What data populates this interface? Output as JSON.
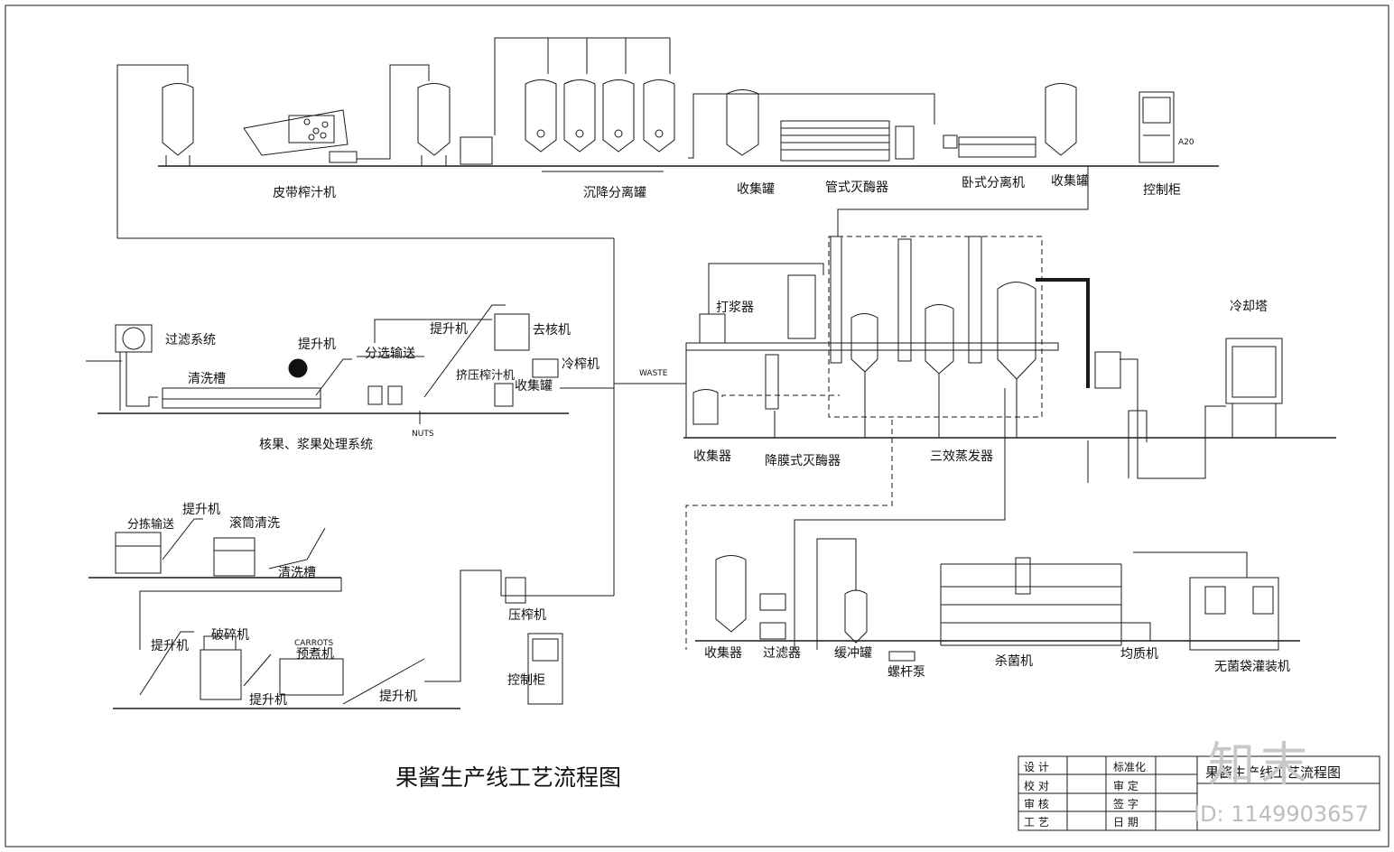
{
  "labels": {
    "belt_juicer": "皮带榨汁机",
    "settling_tank": "沉降分离罐",
    "collect_tank_1": "收集罐",
    "tube_sterilizer": "管式灭酶器",
    "decanter": "卧式分离机",
    "collect_tank_2": "收集罐",
    "control_cabinet_top": "控制柜",
    "a20": "A20",
    "filter_system": "过滤系统",
    "elevator_1": "提升机",
    "sorting_conveyor": "分选输送",
    "elevator_2": "提升机",
    "destoner": "去核机",
    "washing_tank": "清洗槽",
    "squeeze_juicer": "挤压榨汁机",
    "cold_press": "冷榨机",
    "collect_tank_3": "收集罐",
    "nuts": "NUTS",
    "stone_pulp_system": "核果、浆果处理系统",
    "waste": "WASTE",
    "pulper": "打浆器",
    "cooling_tower": "冷却塔",
    "collector_1": "收集器",
    "falling_film": "降膜式灭酶器",
    "triple_evaporator": "三效蒸发器",
    "elevator_3": "提升机",
    "sorting_conveyor_2": "分拣输送",
    "drum_washer": "滚筒清洗",
    "washing_tank_2": "清洗槽",
    "press": "压榨机",
    "elevator_4": "提升机",
    "crusher": "破碎机",
    "carrots": "CARROTS",
    "precooker": "预煮机",
    "elevator_5": "提升机",
    "elevator_6": "提升机",
    "control_cabinet_bottom": "控制柜",
    "collector_2": "收集器",
    "filter": "过滤器",
    "buffer_tank": "缓冲罐",
    "screw_pump": "螺杆泵",
    "sterilizer": "杀菌机",
    "homogenizer": "均质机",
    "aseptic_filler": "无菌袋灌装机"
  },
  "title": "果酱生产线工艺流程图",
  "title_block": {
    "r1c1": "设  计",
    "r1c2": "标准化",
    "r2c1": "校  对",
    "r2c2": "审  定",
    "r3c1": "审  核",
    "r3c2": "签  字",
    "r4c1": "工  艺",
    "r4c2": "日  期",
    "name": "果酱生产线工艺流程图"
  },
  "watermark": {
    "logo": "知末",
    "id": "ID: 1149903657"
  },
  "colors": {
    "line": "#1a1a1a",
    "watermark": "#c8c8c8"
  }
}
